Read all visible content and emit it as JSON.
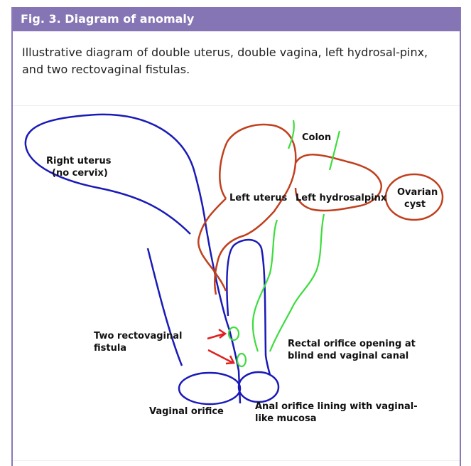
{
  "figure": {
    "title": "Fig. 3. Diagram of anomaly",
    "caption": "Illustrative diagram of double uterus, double vagina, left hydrosal-pinx, and two rectovaginal fistulas."
  },
  "labels": {
    "right_uterus_line1": "Right uterus",
    "right_uterus_line2": "(no cervix)",
    "colon": "Colon",
    "left_uterus": "Left uterus",
    "left_hydrosalpinx": "Left hydrosalpinx",
    "ovarian_cyst_line1": "Ovarian",
    "ovarian_cyst_line2": "cyst",
    "fistula_line1": "Two rectovaginal",
    "fistula_line2": "fistula",
    "rectal_line1": "Rectal orifice opening at",
    "rectal_line2": "blind end vaginal canal",
    "vaginal_orifice": "Vaginal orifice",
    "anal_line1": "Anal orifice lining with vaginal-",
    "anal_line2": "like mucosa"
  },
  "colors": {
    "header_bg": "#8575b4",
    "frame": "#8a79b8",
    "blue_structure": "#1a1ab8",
    "red_structure": "#c0401e",
    "green_structure": "#3ddc3d",
    "arrow": "#e02020"
  }
}
